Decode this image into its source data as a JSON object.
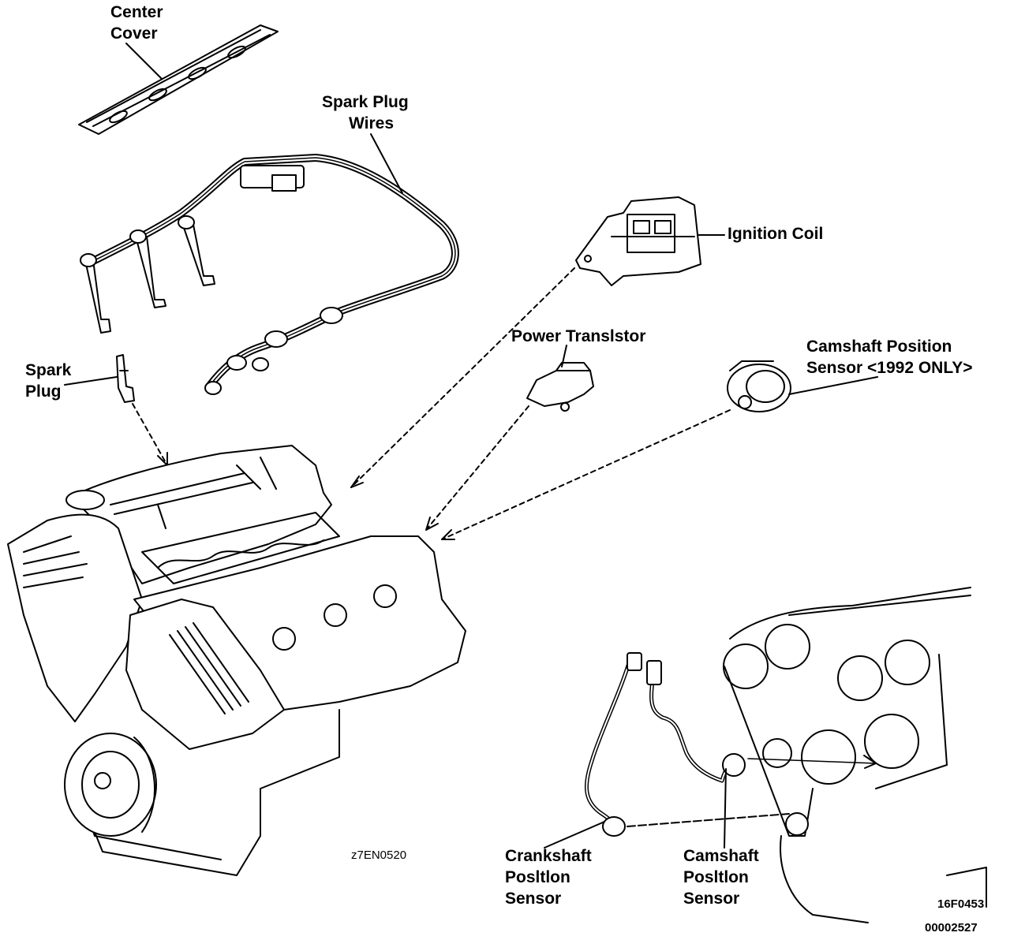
{
  "labels": {
    "center_cover": [
      "Center",
      "Cover"
    ],
    "spark_plug_wires": [
      "Spark Plug",
      "Wires"
    ],
    "ignition_coil": "Ignition Coil",
    "power_transistor": "Power Translstor",
    "camshaft_sensor_top": [
      "Camshaft Position",
      "Sensor <1992 ONLY>"
    ],
    "spark_plug": [
      "Spark",
      "Plug"
    ],
    "crankshaft_sensor": [
      "Crankshaft",
      "Posltlon",
      "Sensor"
    ],
    "camshaft_sensor_bottom": [
      "Camshaft",
      "Posltlon",
      "Sensor"
    ]
  },
  "codes": {
    "engine_figure": "z7EN0520",
    "detail_figure": "16F0453",
    "page_code": "00002527"
  },
  "colors": {
    "ink": "#000000",
    "paper": "#ffffff"
  }
}
